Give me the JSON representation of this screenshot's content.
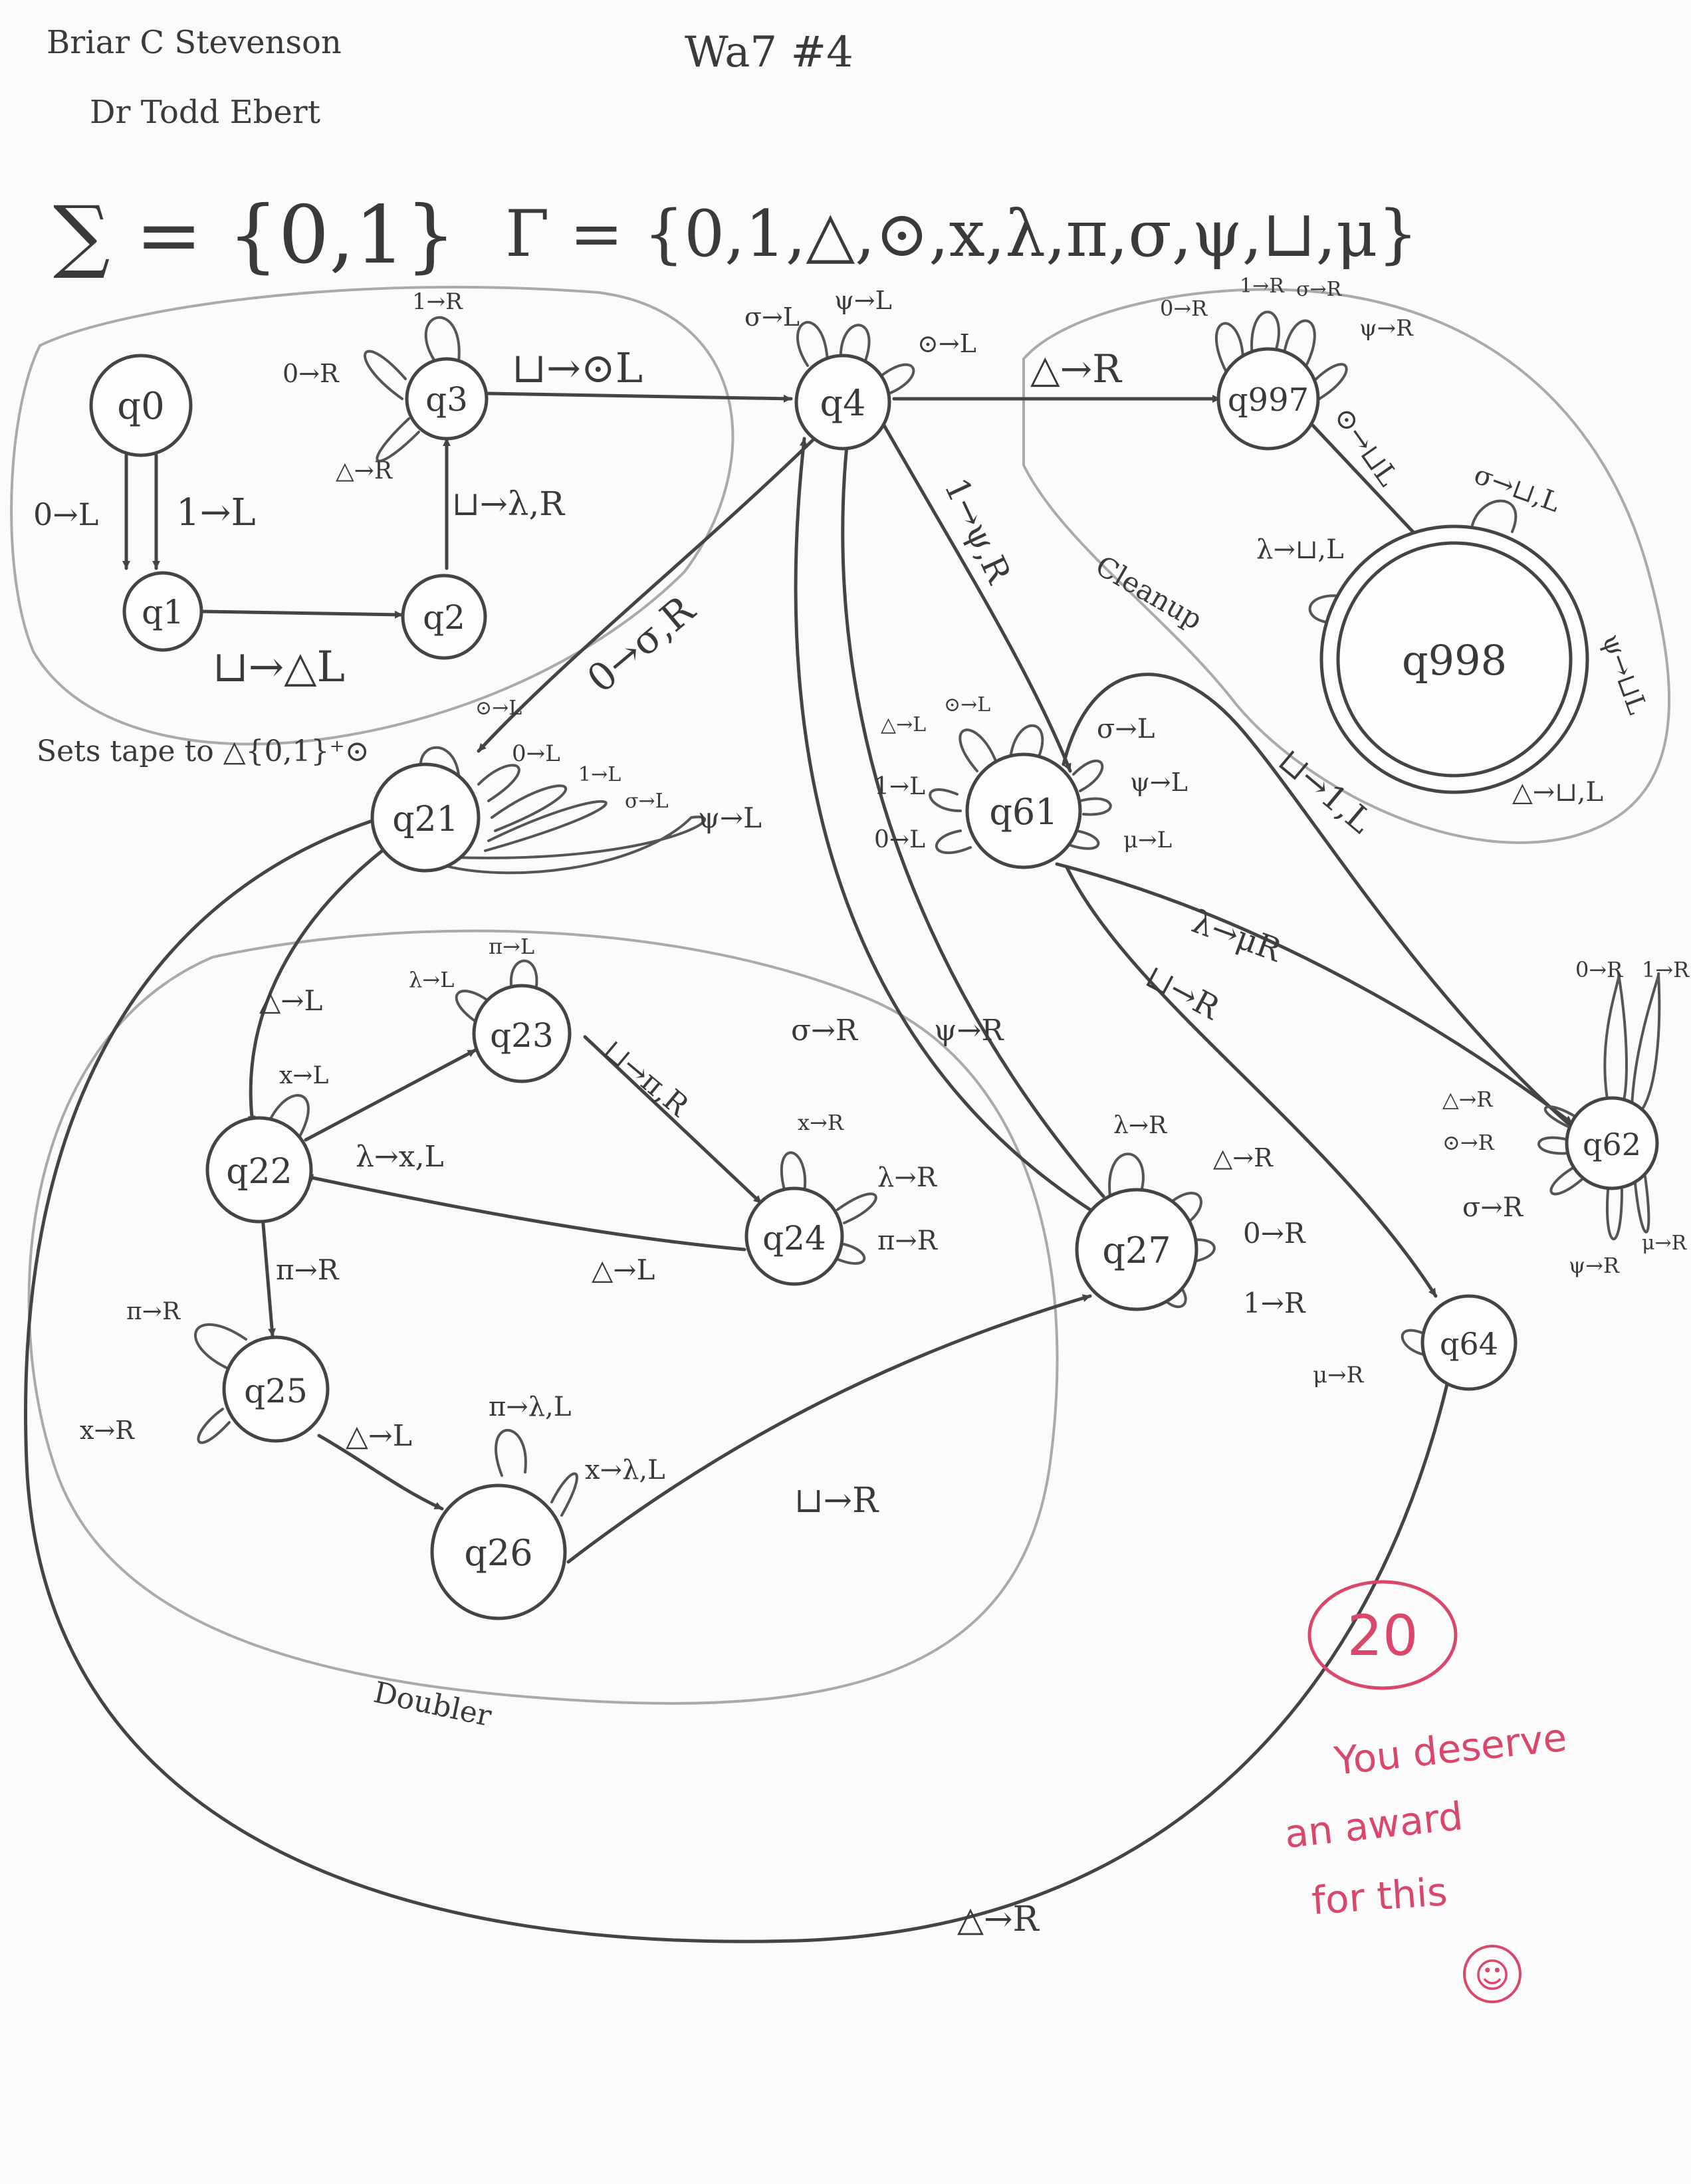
{
  "header": {
    "author": "Briar C Stevenson",
    "instructor": "Dr Todd Ebert",
    "assignment": "Wa7 #4"
  },
  "alphabets": {
    "sigma": "∑ = {0,1}",
    "gamma": "Γ = {0,1,△,⊙,x,λ,π,σ,ψ,⊔,μ}"
  },
  "regions": {
    "init_note": "Sets tape to △{0,1}⁺⊙",
    "cleanup": "Cleanup",
    "doubler": "Doubler"
  },
  "states": {
    "q0": "q0",
    "q1": "q1",
    "q2": "q2",
    "q3": "q3",
    "q4": "q4",
    "q21": "q21",
    "q22": "q22",
    "q23": "q23",
    "q24": "q24",
    "q25": "q25",
    "q26": "q26",
    "q27": "q27",
    "q61": "q61",
    "q62": "q62",
    "q64": "q64",
    "q997": "q997",
    "q998": "q998"
  },
  "transitions": {
    "q0_q1_a": "0→L",
    "q0_q1_b": "1→L",
    "q1_q2": "⊔→△L",
    "q2_q3": "⊔→λ,R",
    "q3_loop_1": "1→R",
    "q3_loop_0": "0→R",
    "q3_loop_tri": "△→R",
    "q3_q4": "⊔→⊙L",
    "q4_loop_sigma": "σ→L",
    "q4_loop_psi": "ψ→L",
    "q4_loop_dot": "⊙→L",
    "q4_q997": "△→R",
    "q4_q21": "0→σ,R",
    "q4_q61": "1→ψ,R",
    "cleanup_q997_loop_0": "0→R",
    "cleanup_q997_loop_1": "1→R",
    "cleanup_q997_loop_sigma": "σ→R",
    "cleanup_q997_loop_psi": "ψ→R",
    "q997_q998": "⊙→⊔L",
    "q998_loop_sigma": "σ→⊔,L",
    "q998_loop_lambda": "λ→⊔,L",
    "q998_loop_psi": "ψ→⊔L",
    "q998_loop_tri": "△→⊔,L",
    "q21_loop_dot": "⊙→L",
    "q21_loop_0": "0→L",
    "q21_loop_1": "1→L",
    "q21_loop_sigma": "σ→L",
    "q21_loop_psi": "ψ→L",
    "q21_q22": "△→L",
    "q22_loop_x": "x→L",
    "q22_q23": "λ→x,L",
    "q22_q25": "π→R",
    "q23_loop_pi": "π→L",
    "q23_loop_lambda": "λ→L",
    "q23_q24": "⊔→π,R",
    "q24_loop_x": "x→R",
    "q24_loop_lambda": "λ→R",
    "q24_loop_pi": "π→R",
    "q24_q22": "△→L",
    "q25_loop_pi": "π→R",
    "q25_loop_x": "x→R",
    "q25_q26": "△→L",
    "q26_loop_pi": "π→λ,L",
    "q26_loop_x": "x→λ,L",
    "q26_q27": "⊔→R",
    "q27_loop_lambda": "λ→R",
    "q27_loop_tri": "△→R",
    "q27_loop_0": "0→R",
    "q27_loop_1": "1→R",
    "q27_q4_sigma": "σ→R",
    "q27_q4_psi": "ψ→R",
    "q61_loop_tri": "△→L",
    "q61_loop_dot": "⊙→L",
    "q61_loop_1": "1→L",
    "q61_loop_0": "0→L",
    "q61_loop_sigma": "σ→L",
    "q61_loop_psi": "ψ→L",
    "q61_loop_mu": "μ→L",
    "q61_q62": "λ→μR",
    "q61_q64": "⊔→R",
    "q61_q998": "⊔→1,L",
    "q62_loop_0": "0→R",
    "q62_loop_1": "1→R",
    "q62_loop_tri": "△→R",
    "q62_loop_dot": "⊙→R",
    "q62_loop_sigma": "σ→R",
    "q62_loop_psi": "ψ→R",
    "q62_loop_mu": "μ→R",
    "q64_loop_mu": "μ→R",
    "q64_q21": "△→R"
  },
  "grading": {
    "score": "20",
    "comment_line1": "You deserve",
    "comment_line2": "an award",
    "comment_line3": "for this",
    "smiley": "☺"
  }
}
